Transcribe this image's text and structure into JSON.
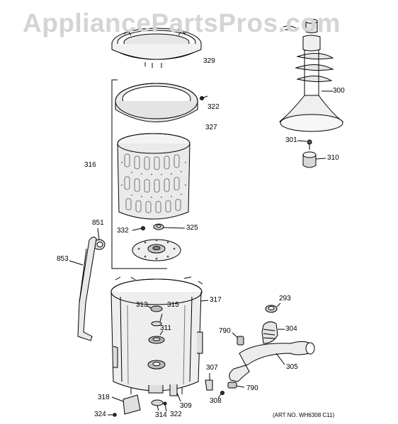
{
  "watermark": "AppliancePartsPros.com",
  "art_number": "(ART NO. WH6308 C11)",
  "callouts": {
    "p329": "329",
    "p322a": "322",
    "p327": "327",
    "p316": "316",
    "p851": "851",
    "p332": "332",
    "p325": "325",
    "p853": "853",
    "p300": "300",
    "p301": "301",
    "p310": "310",
    "p317": "317",
    "p313": "313",
    "p315": "315",
    "p311": "311",
    "p293": "293",
    "p790a": "790",
    "p304": "304",
    "p305": "305",
    "p307": "307",
    "p790b": "790",
    "p308": "308",
    "p318": "318",
    "p324": "324",
    "p314": "314",
    "p309": "309",
    "p322b": "322"
  }
}
